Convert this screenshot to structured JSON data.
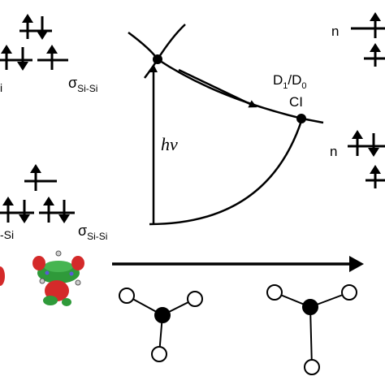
{
  "labels": {
    "sigma_left_top": "i",
    "sigma_top_symbol": "σ",
    "sigma_top_sub": "Si-Si",
    "sigma_left_bottom": "-Si",
    "sigma_bottom_symbol": "σ",
    "sigma_bottom_sub": "Si-Si",
    "hv": "hν",
    "state_D": "D",
    "state_sub1": "1",
    "state_slash": "/D",
    "state_sub0": "0",
    "state_CI": "CI",
    "n_top": "n",
    "n_bottom": "n"
  },
  "colors": {
    "line": "#000000",
    "orbital_green": "#2f9a3a",
    "orbital_red": "#d42a2a",
    "atom_fill": "#000000",
    "substituent_fill": "#ffffff"
  }
}
